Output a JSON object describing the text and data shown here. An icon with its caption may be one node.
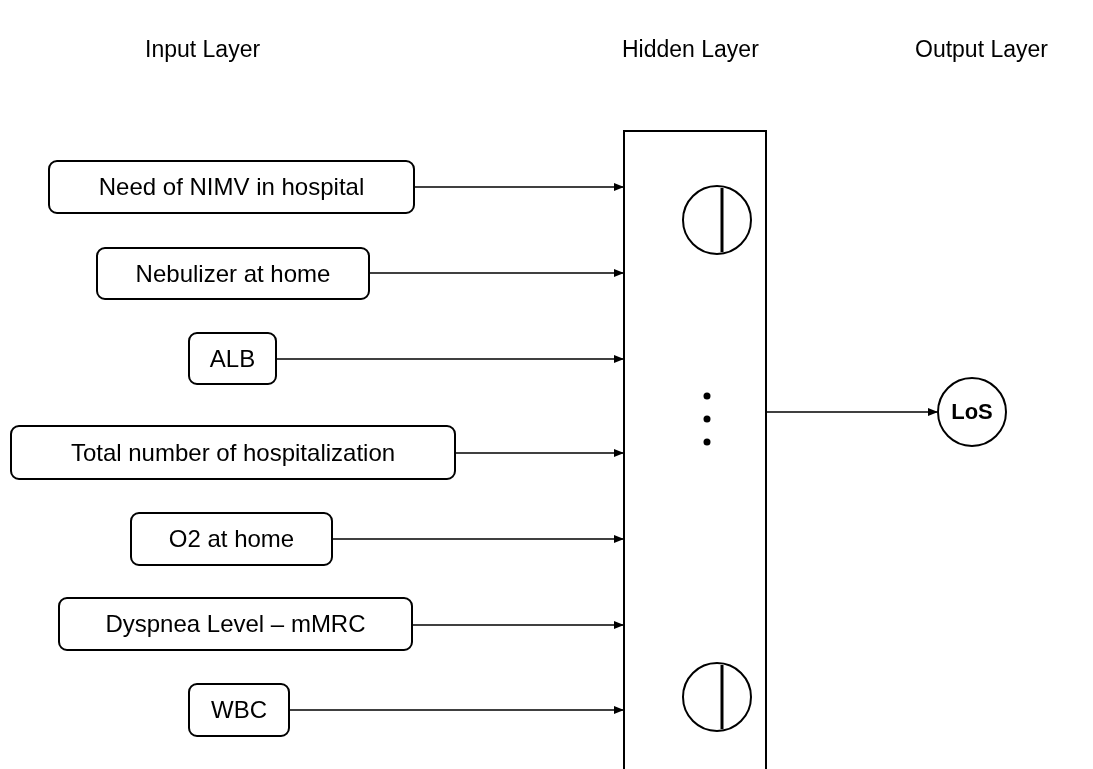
{
  "diagram": {
    "nodes": [
      {
        "text": [
          "Need of NIMV in hospital"
        ]
      },
      {
        "text": [
          "Nebulizer at home"
        ]
      },
      {
        "text": [
          "ALB"
        ]
      },
      {
        "text": [
          "Total number of hospitalization"
        ]
      },
      {
        "text": [
          "O2 at home"
        ]
      },
      {
        "text": [
          "Dyspnea Level – mMRC"
        ]
      },
      {
        "text": [
          "WBC"
        ]
      },
      {
        "text": [],
        "shape": "box"
      },
      {
        "text": [],
        "shape": "circle",
        "in": 7
      },
      {
        "text": [],
        "shape": "circle",
        "in": 7
      },
      {
        "text": [
          "LoS"
        ]
      }
    ],
    "edges": [
      {
        "from": 0,
        "to": 7,
        "arrow": "to"
      },
      {
        "from": 1,
        "to": 7,
        "arrow": "to"
      },
      {
        "from": 2,
        "to": 7,
        "arrow": "to"
      },
      {
        "from": 3,
        "to": 7,
        "arrow": "to"
      },
      {
        "from": 4,
        "to": 7,
        "arrow": "to"
      },
      {
        "from": 5,
        "to": 7,
        "arrow": "to"
      },
      {
        "from": 6,
        "to": 7,
        "arrow": "to"
      },
      {
        "from": 7,
        "to": 10,
        "arrow": "to"
      }
    ],
    "labels": [
      "Input Layer",
      "Hidden Layer",
      "Output Layer"
    ]
  }
}
